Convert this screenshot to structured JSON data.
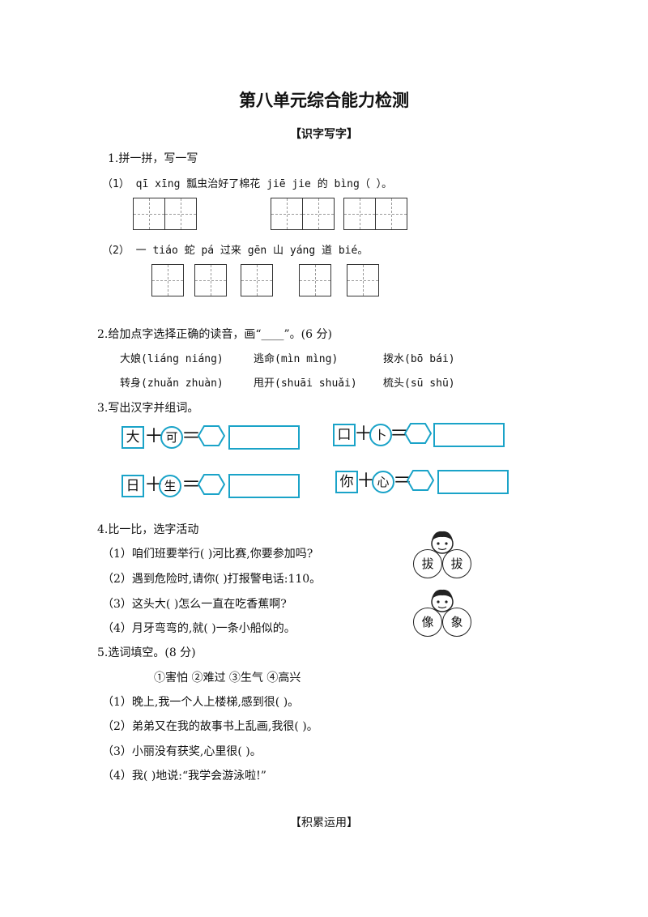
{
  "title": "第八单元综合能力检测",
  "section1": "【识字写字】",
  "q1": {
    "heading": "1.拼一拼，写一写",
    "line1": "（1）  qī xīng 瓢虫治好了棉花 jiē jie 的 bìng（      ）。",
    "line2": "（2）  一 tiáo 蛇 pá 过来 gēn 山  yáng 道 bié。"
  },
  "q2": {
    "heading": "2.给加点字选择正确的读音，画“____”。(6 分)",
    "row1": [
      "大娘(liáng niáng)",
      "逃命(mìn   mìng)",
      "拨水(bō bái)"
    ],
    "row2": [
      "转身(zhuǎn zhuàn)",
      "甩开(shuāi  shuǎi)",
      "梳头(sū shū)"
    ]
  },
  "q3": {
    "heading": "3.写出汉字并组词。",
    "items": [
      {
        "left": "大",
        "right": "可"
      },
      {
        "left": "口",
        "right": "卜"
      },
      {
        "left": "日",
        "right": "生"
      },
      {
        "left": "你",
        "right": "心"
      }
    ],
    "plus": "＋",
    "equals": "＝"
  },
  "q4": {
    "heading": "4.比一比，选字活动",
    "lines": [
      "（1）咱们班要举行(       )河比赛,你要参加吗?",
      "（2）遇到危险时,请你(       )打报警电话:110。",
      "（3）这头大(       )怎么一直在吃香蕉啊?",
      "（4）月牙弯弯的,就(     )一条小船似的。"
    ],
    "pair1": [
      "拔",
      "拔"
    ],
    "pair2": [
      "像",
      "象"
    ]
  },
  "q5": {
    "heading": "5.选词填空。(8 分)",
    "options": "①害怕        ②难过       ③生气       ④高兴",
    "lines": [
      "（1）晚上,我一个人上楼梯,感到很(    )。",
      "（2）弟弟又在我的故事书上乱画,我很(          )。",
      "（3）小丽没有获奖,心里很(       )。",
      "（4）我(       )地说:“我学会游泳啦!”"
    ]
  },
  "section2": "【积累运用】"
}
